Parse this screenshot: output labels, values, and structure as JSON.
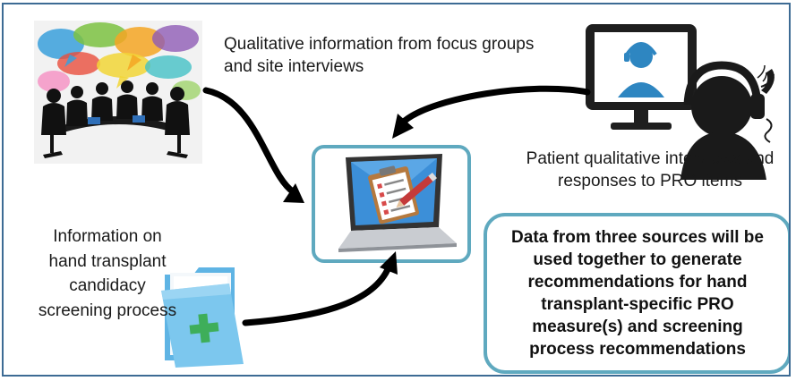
{
  "labels": {
    "focus_groups": "Qualitative information from focus groups and site interviews",
    "patient_interviews": "Patient qualitative interviews and responses to PRO items",
    "candidacy_info": "Information on hand transplant candidacy screening process",
    "summary": "Data from three sources will be used together to generate recommendations for hand transplant-specific PRO measure(s) and screening process recommendations"
  },
  "icons": {
    "meeting": "meeting-speech-bubbles-icon",
    "interview": "phone-interview-headset-icon",
    "folder": "medical-folder-icon",
    "laptop": "laptop-checklist-icon"
  },
  "colors": {
    "frame": "#3d6b94",
    "box_border": "#5fa9bf",
    "arrow": "#000000"
  }
}
